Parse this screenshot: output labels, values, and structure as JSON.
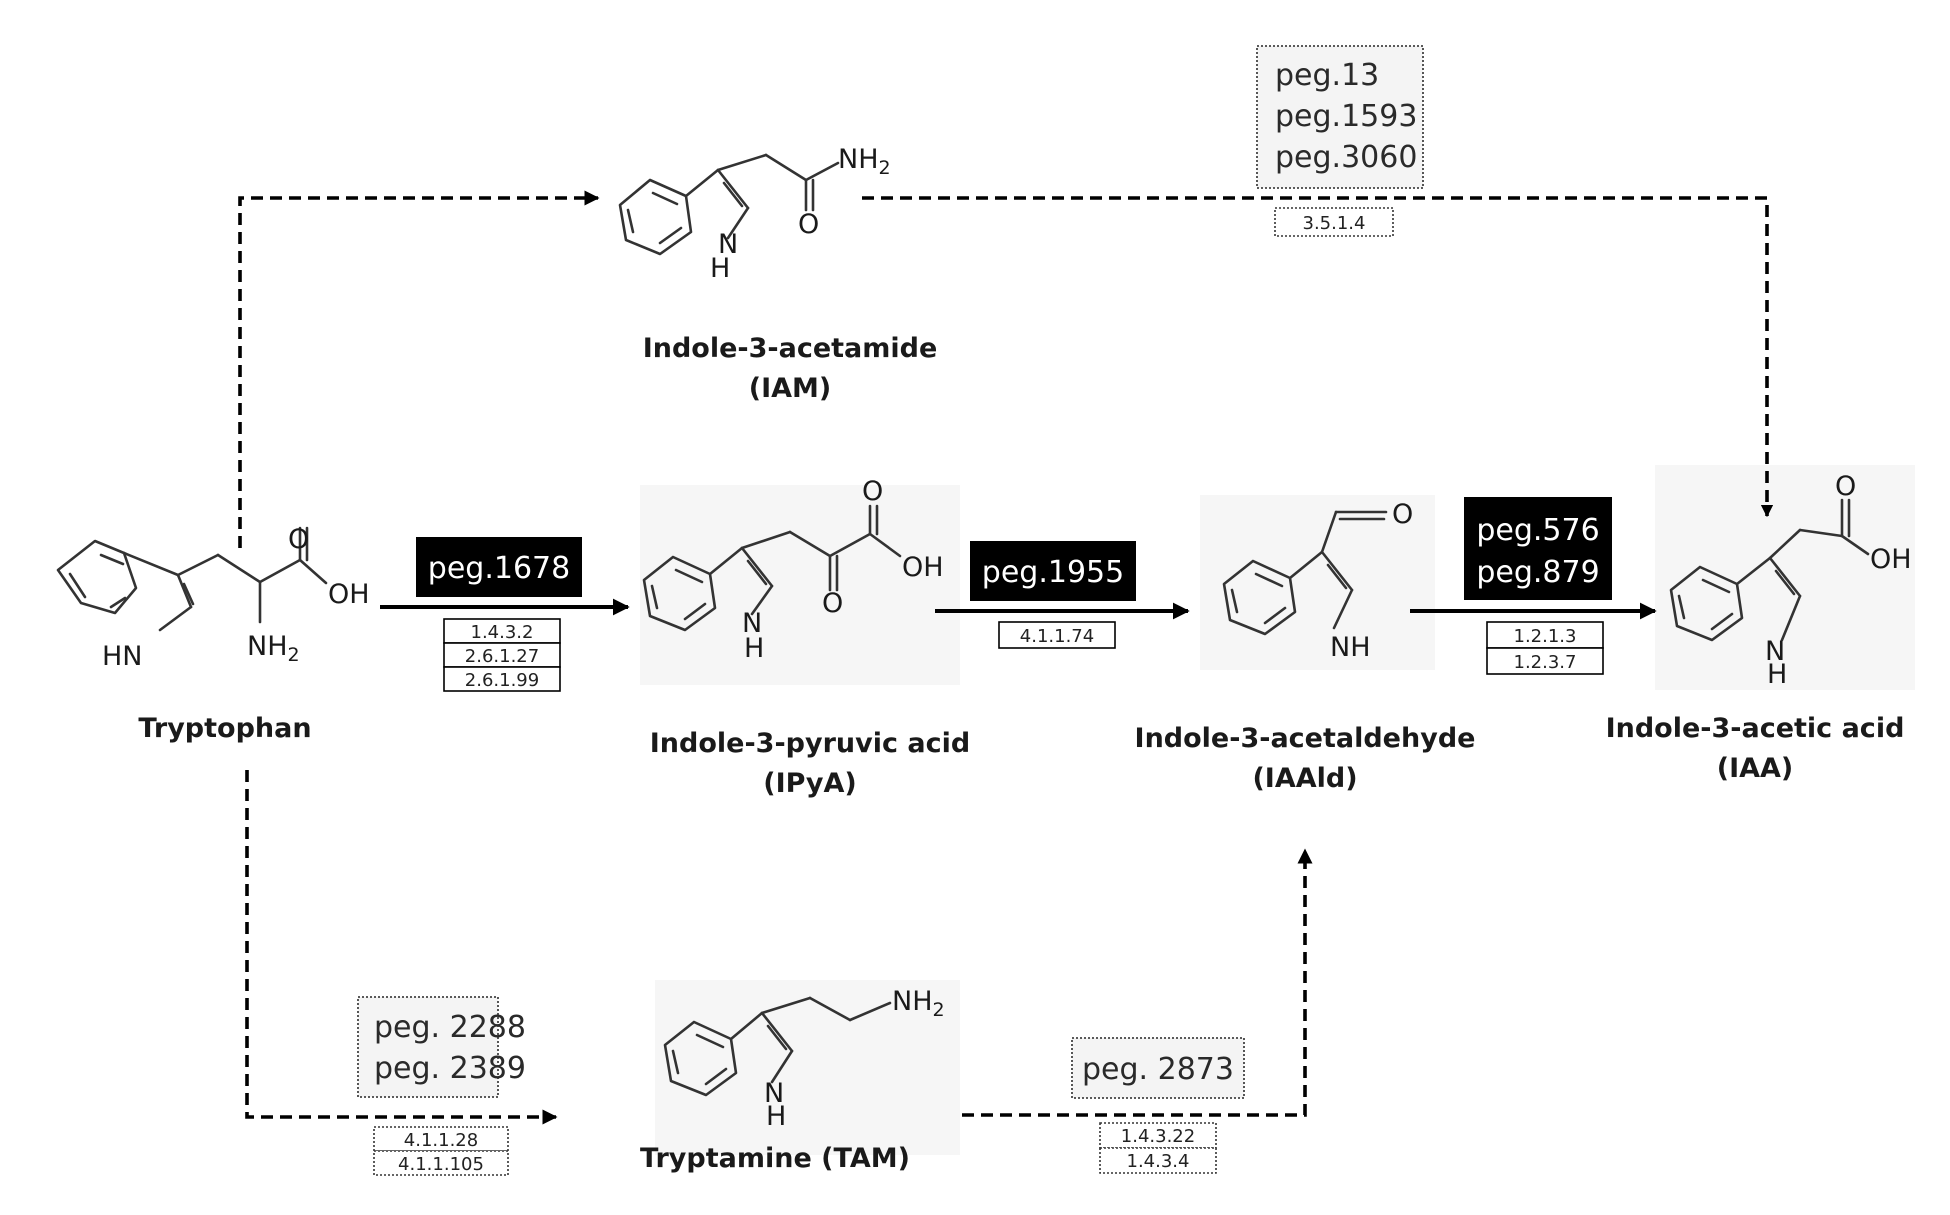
{
  "compounds": {
    "trp": {
      "name": "Tryptophan"
    },
    "iam": {
      "name": "Indole-3-acetamide",
      "abbr": "(IAM)"
    },
    "ipya": {
      "name": "Indole-3-pyruvic acid",
      "abbr": "(IPyA)"
    },
    "iaald": {
      "name": "Indole-3-acetaldehyde",
      "abbr": "(IAAld)"
    },
    "iaa": {
      "name": "Indole-3-acetic acid",
      "abbr": "(IAA)"
    },
    "tam": {
      "name": "Tryptamine (TAM)"
    }
  },
  "atoms": {
    "hn": "HN",
    "nh": "NH",
    "h": "H",
    "o": "O",
    "oh": "OH",
    "nh2": "NH",
    "sub2": "2"
  },
  "steps": {
    "trp_ipya": {
      "genes": [
        "peg.1678"
      ],
      "ec": [
        "1.4.3.2",
        "2.6.1.27",
        "2.6.1.99"
      ]
    },
    "ipya_iaald": {
      "genes": [
        "peg.1955"
      ],
      "ec": [
        "4.1.1.74"
      ]
    },
    "iaald_iaa": {
      "genes": [
        "peg.576",
        "peg.879"
      ],
      "ec": [
        "1.2.1.3",
        "1.2.3.7"
      ]
    },
    "iam_iaa": {
      "genes": [
        "peg.13",
        "peg.1593",
        "peg.3060"
      ],
      "ec": [
        "3.5.1.4"
      ]
    },
    "trp_tam": {
      "genes": [
        "peg. 2288",
        "peg. 2389"
      ],
      "ec": [
        "4.1.1.28",
        "4.1.1.105"
      ]
    },
    "tam_iaald": {
      "genes": [
        "peg. 2873"
      ],
      "ec": [
        "1.4.3.22",
        "1.4.3.4"
      ]
    }
  }
}
